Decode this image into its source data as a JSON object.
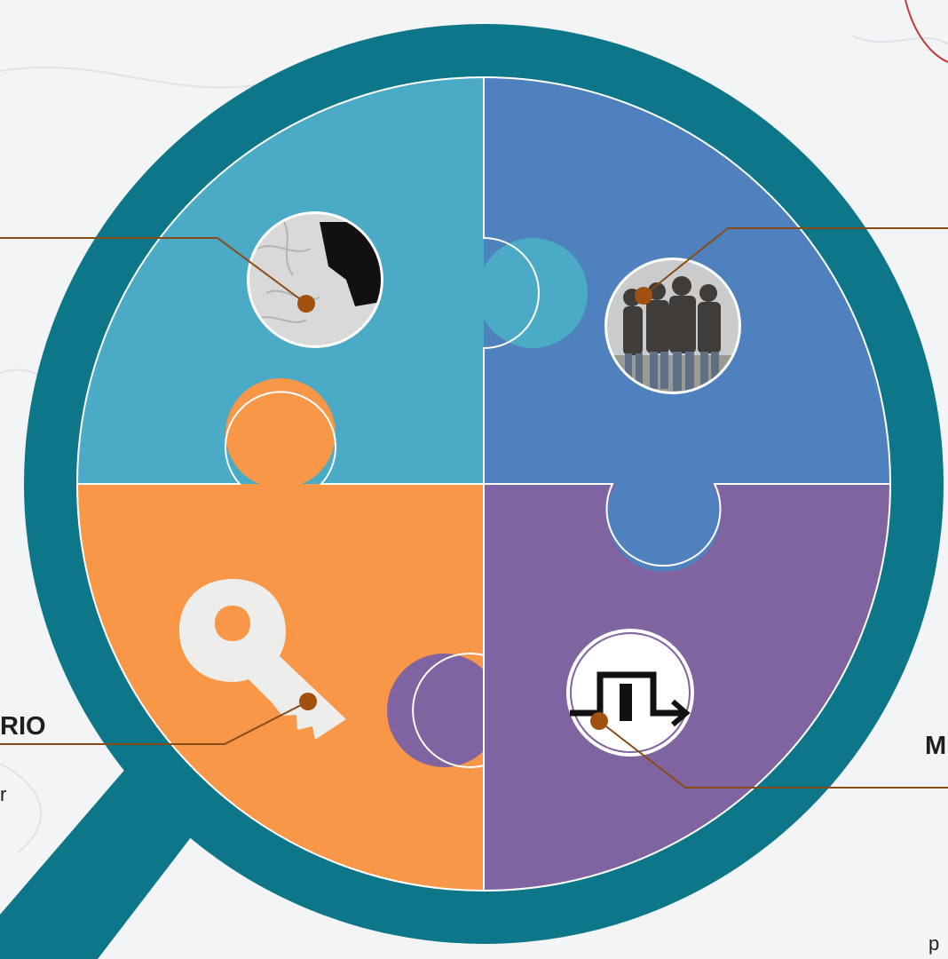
{
  "labels": {
    "left_title_fragment": "RIO",
    "left_body_fragment": "r",
    "right_title_fragment": "M",
    "right_body_fragment": "p"
  },
  "colors": {
    "ring": "#0d7688",
    "piece_top_left": "#4baac5",
    "piece_top_right": "#4e81bd",
    "piece_bottom_left": "#f79747",
    "piece_bottom_right": "#8064a1",
    "leader_line": "#8a4a16",
    "dot": "#a1510f"
  },
  "icons": {
    "top_left": "puzzle-photo-icon",
    "top_right": "group-of-people-photo-icon",
    "bottom_left": "key-icon",
    "bottom_right": "signal-pulse-icon"
  }
}
